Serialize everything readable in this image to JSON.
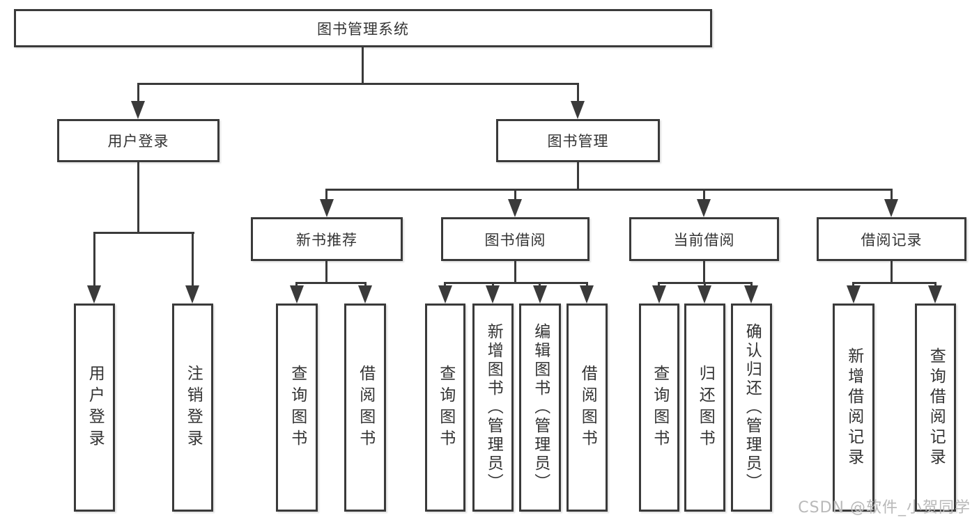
{
  "tree": {
    "root": {
      "label": "图书管理系统"
    },
    "branches": [
      {
        "label": "用户登录",
        "children": [
          {
            "label": "用户登录"
          },
          {
            "label": "注销登录"
          }
        ]
      },
      {
        "label": "图书管理",
        "sections": [
          {
            "label": "新书推荐",
            "children": [
              {
                "label": "查询图书"
              },
              {
                "label": "借阅图书"
              }
            ]
          },
          {
            "label": "图书借阅",
            "children": [
              {
                "label": "查询图书"
              },
              {
                "label": "新增图书（管理员）"
              },
              {
                "label": "编辑图书（管理员）"
              },
              {
                "label": "借阅图书"
              }
            ]
          },
          {
            "label": "当前借阅",
            "children": [
              {
                "label": "查询图书"
              },
              {
                "label": "归还图书"
              },
              {
                "label": "确认归还（管理员）"
              }
            ]
          },
          {
            "label": "借阅记录",
            "children": [
              {
                "label": "新增借阅记录"
              },
              {
                "label": "查询借阅记录"
              }
            ]
          }
        ]
      }
    ]
  },
  "watermark": "CSDN @软件_小贺同学",
  "colors": {
    "line": "#3a3a3a",
    "text": "#333333",
    "watermark": "#b9b9b9",
    "background": "#ffffff"
  }
}
